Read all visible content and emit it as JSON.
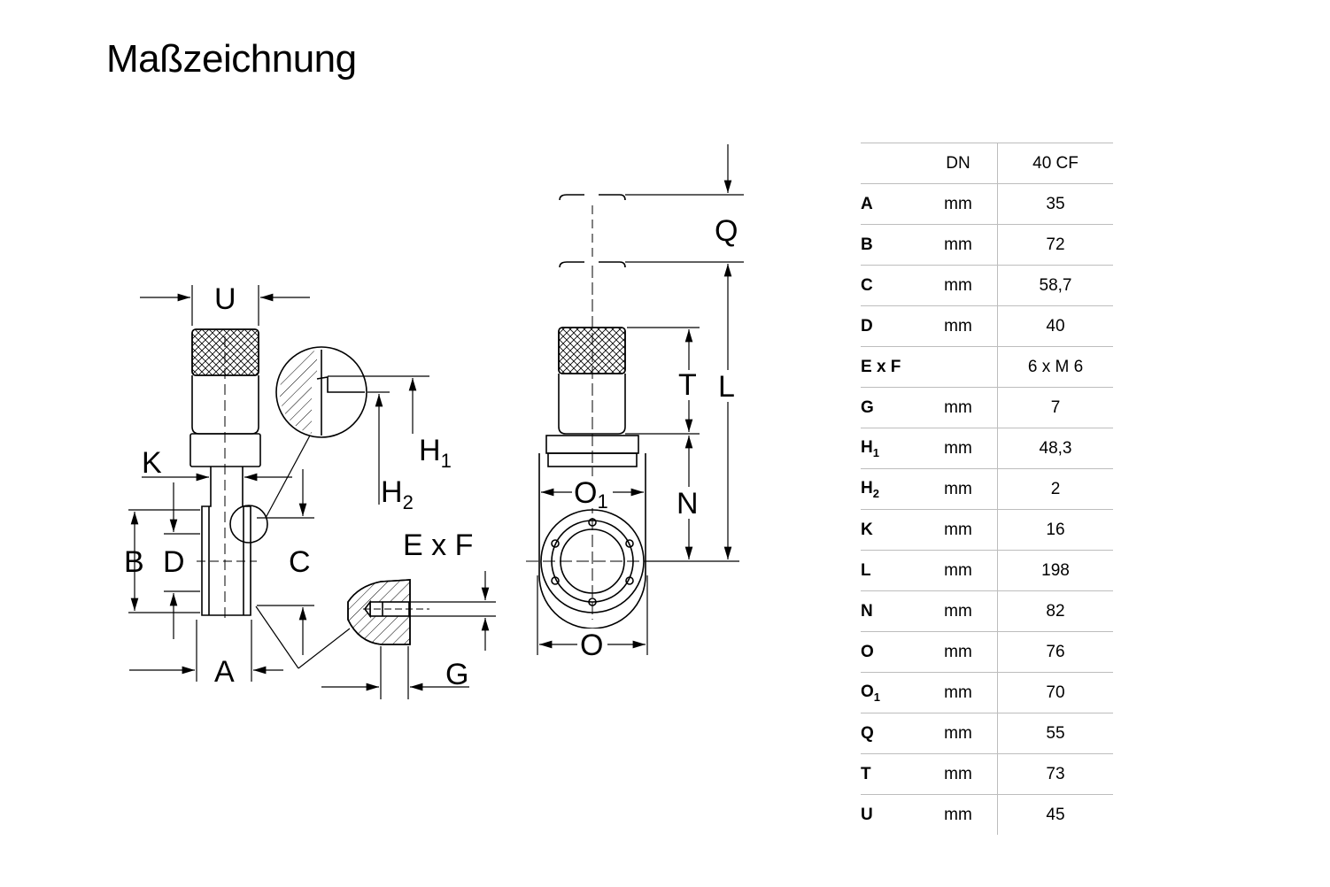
{
  "title": "Maßzeichnung",
  "labels": {
    "U": "U",
    "K": "K",
    "B": "B",
    "D": "D",
    "C": "C",
    "A": "A",
    "H1": "H",
    "H1_sub": "1",
    "H2": "H",
    "H2_sub": "2",
    "ExF": "E x F",
    "G": "G",
    "Q": "Q",
    "T": "T",
    "L": "L",
    "N": "N",
    "O1": "O",
    "O1_sub": "1",
    "O": "O"
  },
  "table": {
    "header": {
      "dn": "DN",
      "value": "40 CF"
    },
    "rows": [
      {
        "key": "A",
        "sub": "",
        "unit": "mm",
        "value": "35"
      },
      {
        "key": "B",
        "sub": "",
        "unit": "mm",
        "value": "72"
      },
      {
        "key": "C",
        "sub": "",
        "unit": "mm",
        "value": "58,7"
      },
      {
        "key": "D",
        "sub": "",
        "unit": "mm",
        "value": "40"
      },
      {
        "key": "E x F",
        "sub": "",
        "unit": "",
        "value": "6 x M 6"
      },
      {
        "key": "G",
        "sub": "",
        "unit": "mm",
        "value": "7"
      },
      {
        "key": "H",
        "sub": "1",
        "unit": "mm",
        "value": "48,3"
      },
      {
        "key": "H",
        "sub": "2",
        "unit": "mm",
        "value": "2"
      },
      {
        "key": "K",
        "sub": "",
        "unit": "mm",
        "value": "16"
      },
      {
        "key": "L",
        "sub": "",
        "unit": "mm",
        "value": "198"
      },
      {
        "key": "N",
        "sub": "",
        "unit": "mm",
        "value": "82"
      },
      {
        "key": "O",
        "sub": "",
        "unit": "mm",
        "value": "76"
      },
      {
        "key": "O",
        "sub": "1",
        "unit": "mm",
        "value": "70"
      },
      {
        "key": "Q",
        "sub": "",
        "unit": "mm",
        "value": "55"
      },
      {
        "key": "T",
        "sub": "",
        "unit": "mm",
        "value": "73"
      },
      {
        "key": "U",
        "sub": "",
        "unit": "mm",
        "value": "45"
      }
    ]
  }
}
